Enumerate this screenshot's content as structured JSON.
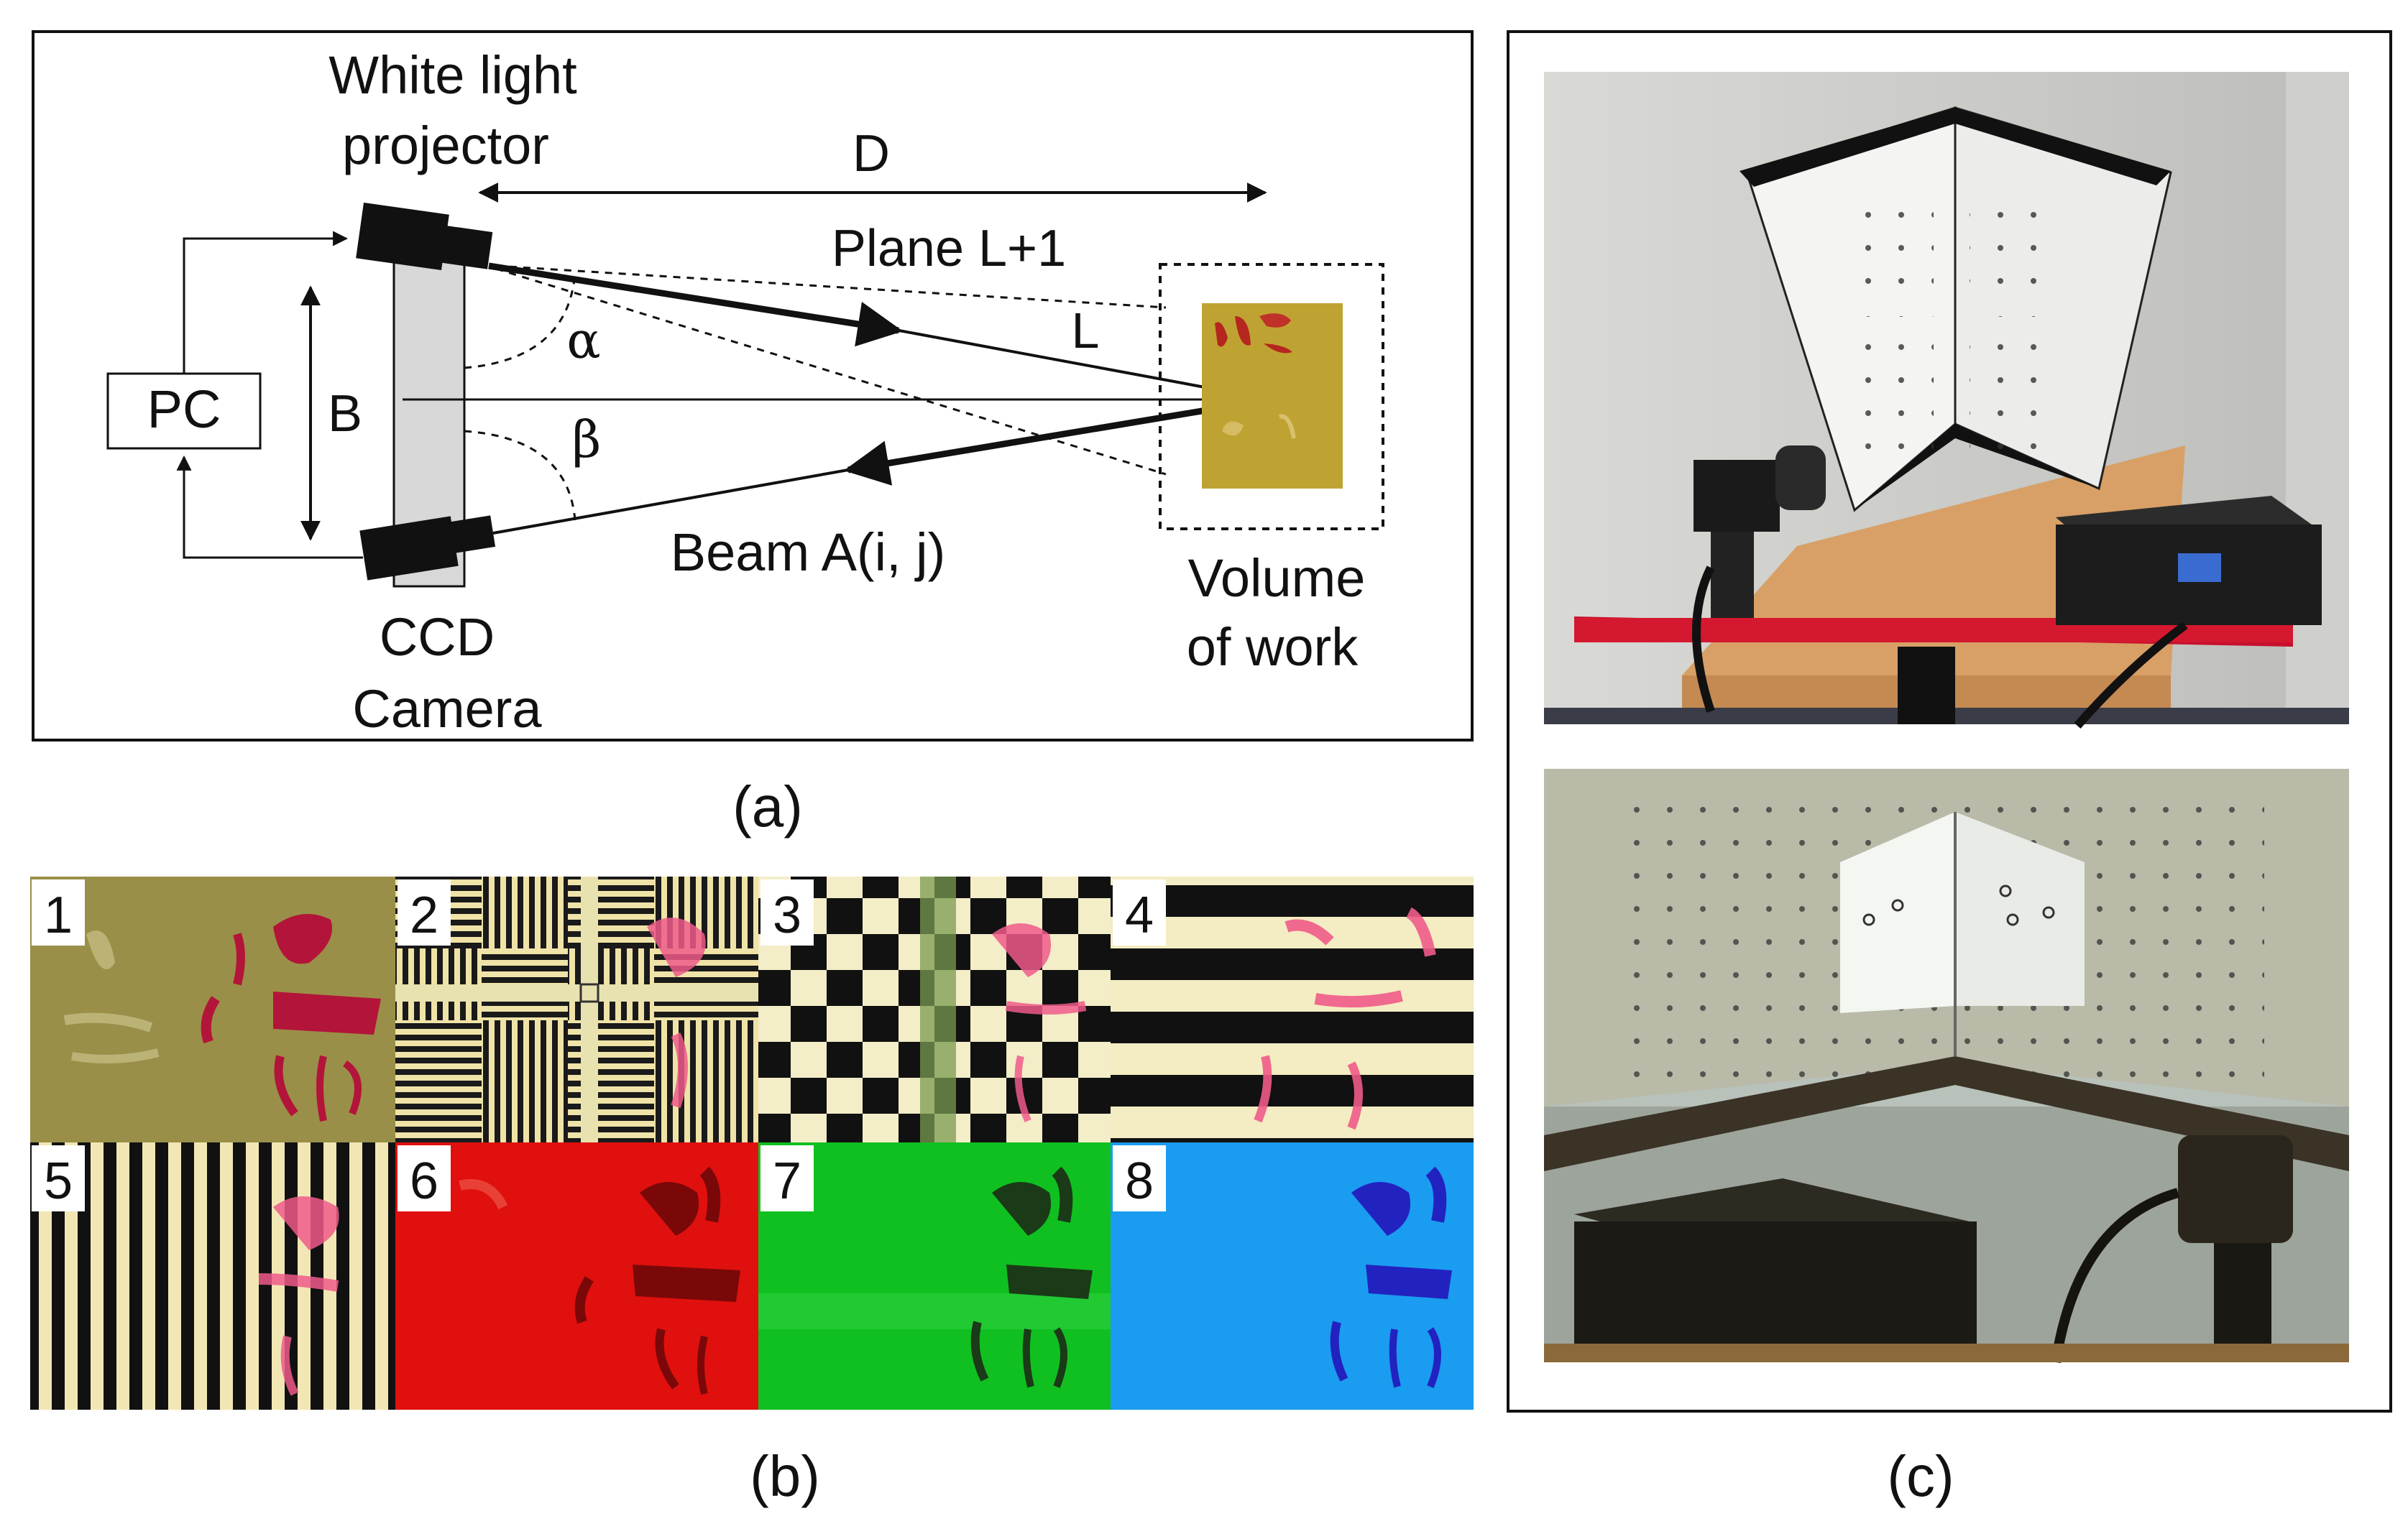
{
  "panel_a": {
    "caption": "(a)",
    "projector_label_1": "White light",
    "projector_label_2": "projector",
    "distance_label": "D",
    "plane_label": "Plane L+1",
    "plane_l": "L",
    "alpha": "α",
    "beta": "β",
    "pc_label": "PC",
    "baseline_label": "B",
    "beam_label": "Beam A(i, j)",
    "camera_label_1": "CCD",
    "camera_label_2": "Camera",
    "volume_label_1": "Volume",
    "volume_label_2": "of work"
  },
  "panel_b": {
    "caption": "(b)",
    "tiles": [
      "1",
      "2",
      "3",
      "4",
      "5",
      "6",
      "7",
      "8"
    ]
  },
  "panel_c": {
    "caption": "(c)"
  },
  "colors": {
    "accent_red": "#c8102e",
    "tile_red": "#e0100e",
    "tile_green": "#10c020",
    "tile_blue": "#1a9cf0",
    "olive": "#9a8f48"
  }
}
